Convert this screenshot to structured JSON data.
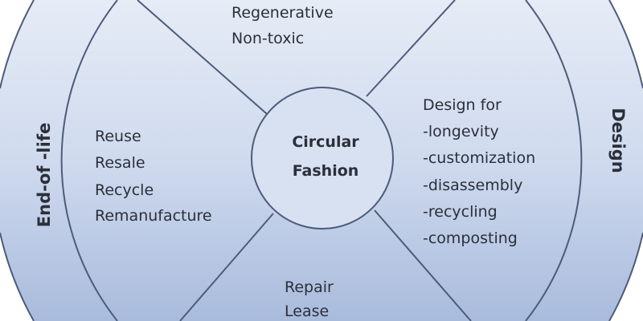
{
  "center": {
    "line1": "Circular",
    "line2": "Fashion"
  },
  "top_segment": {
    "items": [
      "Regenerative",
      "Non-toxic"
    ]
  },
  "left_segment": {
    "items": [
      "Reuse",
      "Resale",
      "Recycle",
      "Remanufacture"
    ]
  },
  "right_segment": {
    "items": [
      "Design for",
      "-longevity",
      "-customization",
      "-disassembly",
      "-recycling",
      "-composting"
    ]
  },
  "bottom_segment": {
    "items": [
      "Repair",
      "Lease"
    ]
  },
  "outer_labels": {
    "left": "End-of -life",
    "right": "Design"
  },
  "colors": {
    "fill_top": "#e4eaf5",
    "fill_bottom": "#aebfde",
    "stroke": "#4d5c7a"
  }
}
